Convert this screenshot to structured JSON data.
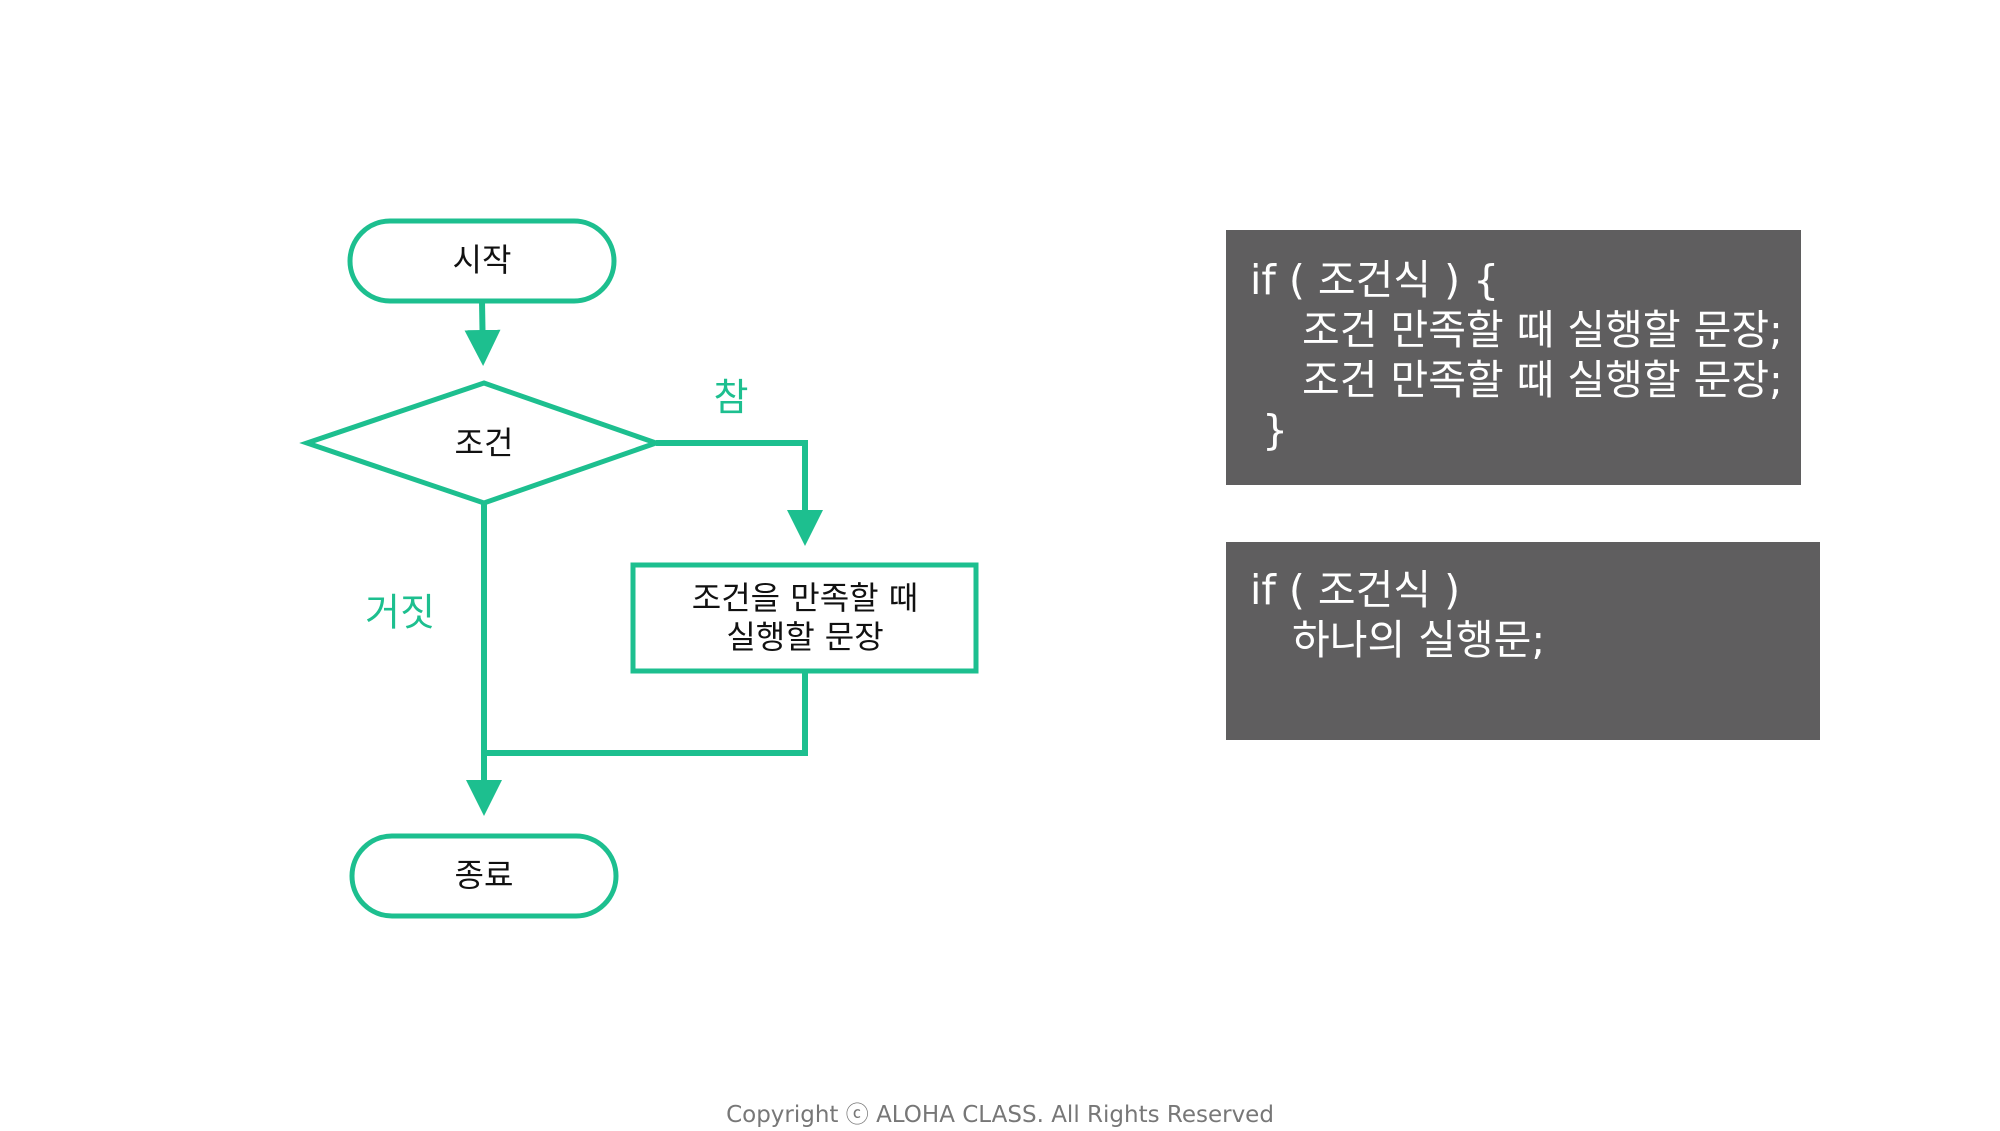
{
  "flowchart": {
    "start": "시작",
    "condition": "조건",
    "true_label": "참",
    "false_label": "거짓",
    "action_line1": "조건을 만족할 때",
    "action_line2": "실행할 문장",
    "end": "종료"
  },
  "code_block_1": {
    "line1": "if ( 조건식 ) {",
    "line2": "조건 만족할 때 실행할 문장;",
    "line3": "조건 만족할 때 실행할 문장;",
    "line4": "}"
  },
  "code_block_2": {
    "line1": "if ( 조건식 )",
    "line2": "하나의 실행문;"
  },
  "footer": "Copyright ⓒ ALOHA CLASS. All Rights Reserved",
  "colors": {
    "accent": "#1dbf8f",
    "code_bg": "#5f5e5f",
    "code_text": "#ffffff",
    "footer_text": "#777777"
  }
}
